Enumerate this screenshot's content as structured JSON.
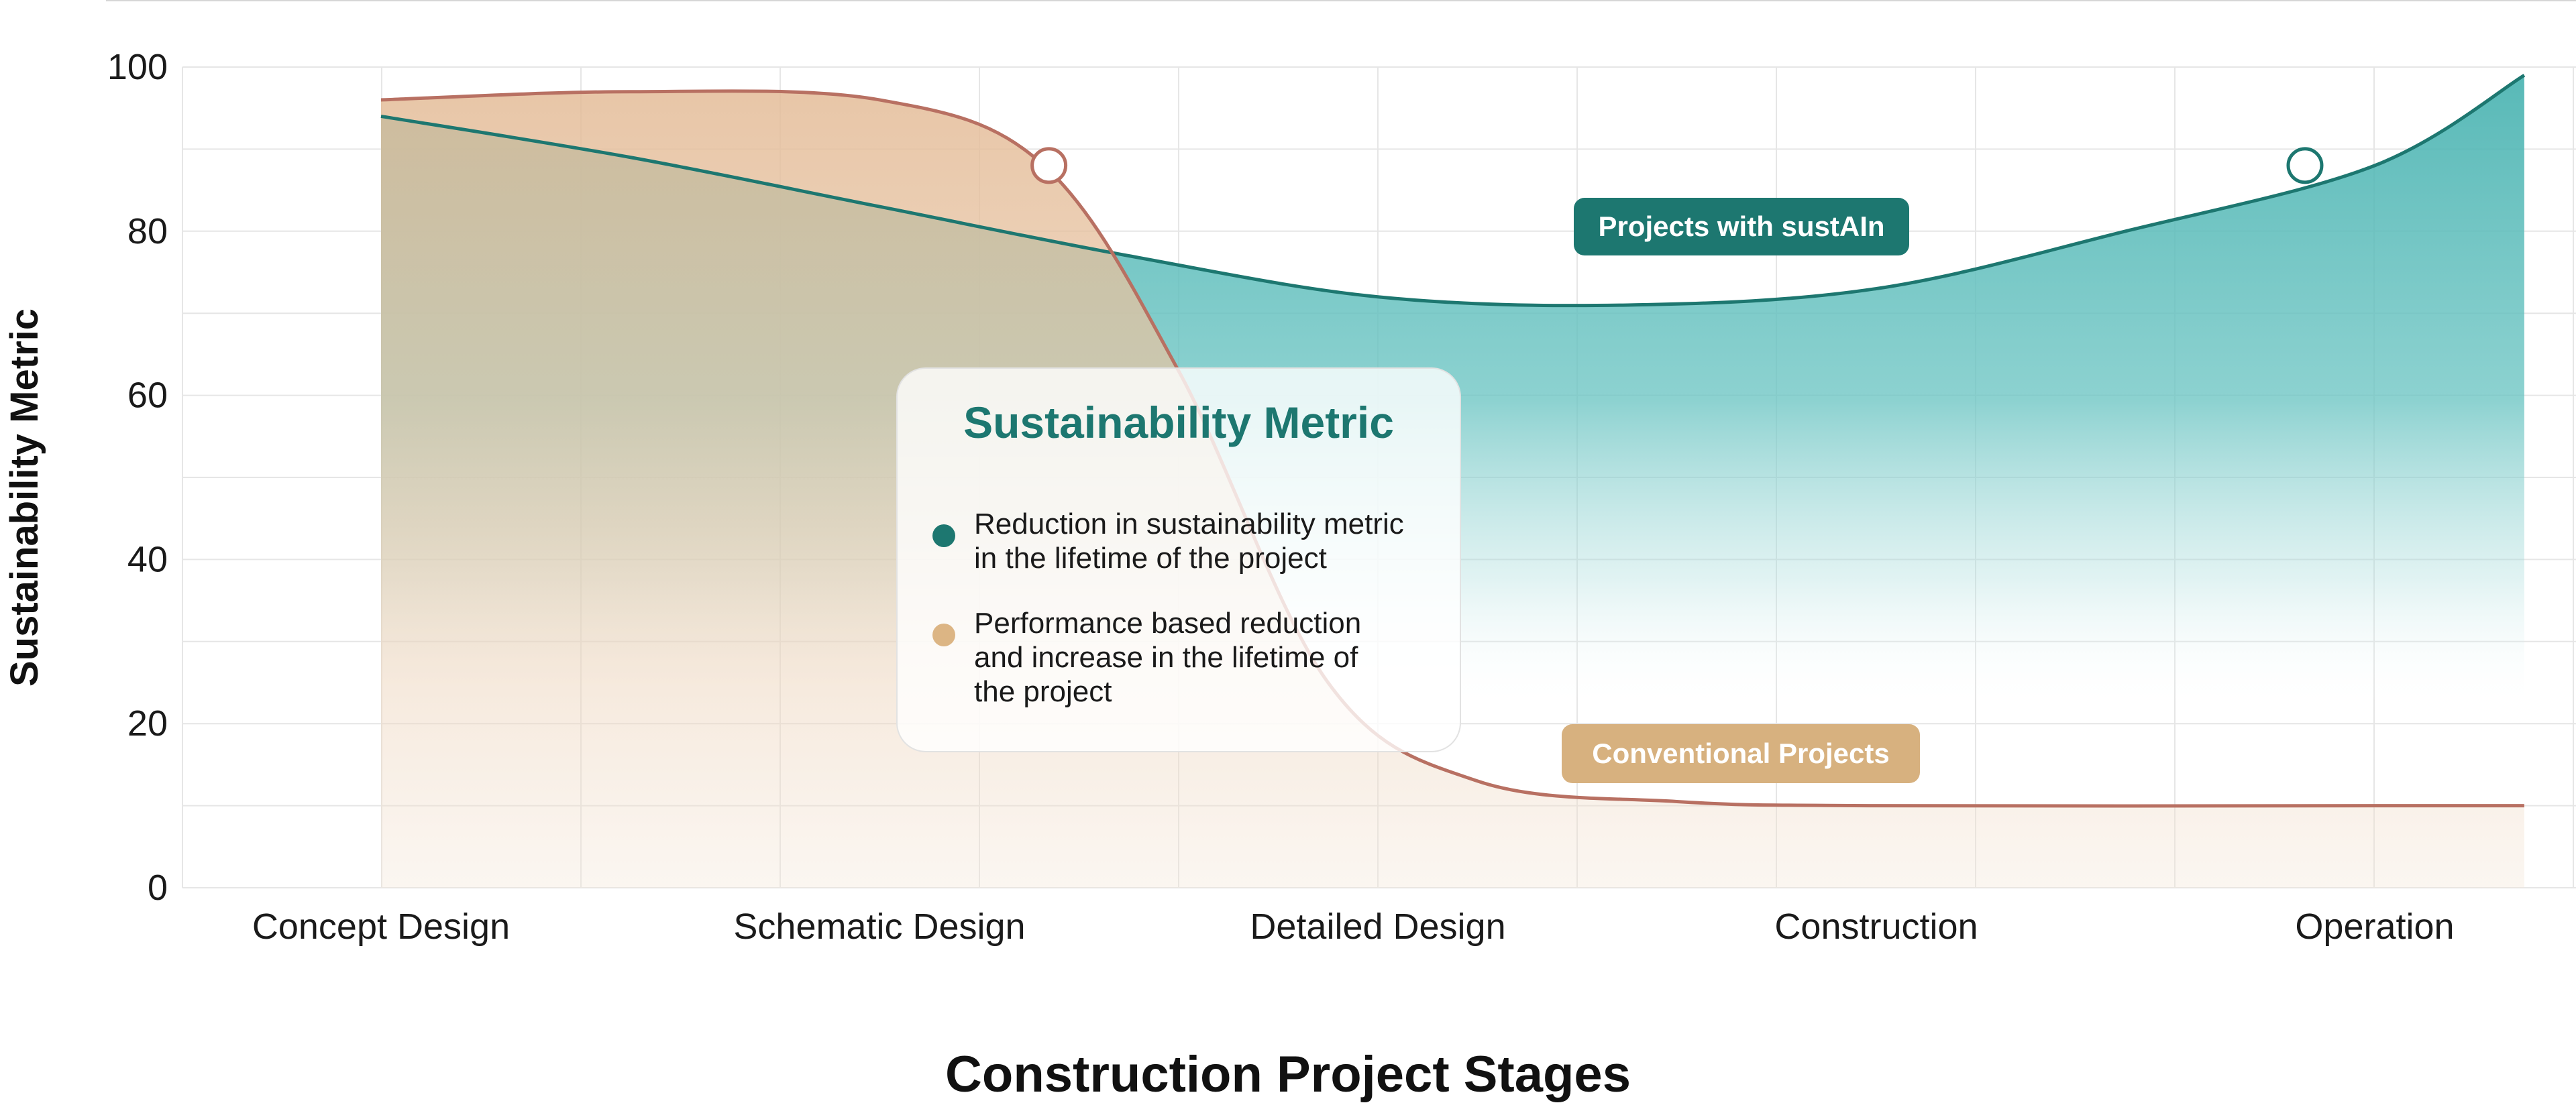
{
  "chart_data": {
    "type": "area",
    "xlabel": "Construction Project Stages",
    "ylabel": "Sustainability Metric",
    "ylim": [
      0,
      100
    ],
    "yticks": [
      0,
      20,
      40,
      60,
      80,
      100
    ],
    "categories": [
      "Concept Design",
      "Schematic Design",
      "Detailed Design",
      "Construction",
      "Operation"
    ],
    "grid": true,
    "series": [
      {
        "name": "Projects with sustAIn",
        "color": "#1d7770",
        "fill": "#6cc5c3",
        "x": [
          0,
          0.5,
          1,
          1.5,
          2,
          2.5,
          3,
          3.5,
          4,
          4.3
        ],
        "y": [
          94,
          89,
          83,
          77,
          72,
          71,
          73,
          80,
          88,
          99
        ],
        "marker": {
          "x": 3.86,
          "y": 88
        }
      },
      {
        "name": "Conventional Projects",
        "color": "#b87062",
        "fill": "#e9c8a8",
        "x": [
          0,
          0.5,
          1,
          1.33,
          1.6,
          1.9,
          2.2,
          2.6,
          3,
          4,
          4.3
        ],
        "y": [
          96,
          97,
          96,
          88,
          63,
          25,
          13,
          10.5,
          10,
          10,
          10
        ],
        "marker": {
          "x": 1.34,
          "y": 88
        }
      }
    ],
    "annotations": [
      "Projects with sustAIn",
      "Conventional Projects"
    ],
    "legend": {
      "title": "Sustainability Metric",
      "placement": "center",
      "items": [
        {
          "label": "Reduction in sustainability metric in the lifetime of the project",
          "color": "#1d7770"
        },
        {
          "label": "Performance based reduction and increase in the lifetime of the project",
          "color": "#dcb584"
        }
      ]
    }
  }
}
